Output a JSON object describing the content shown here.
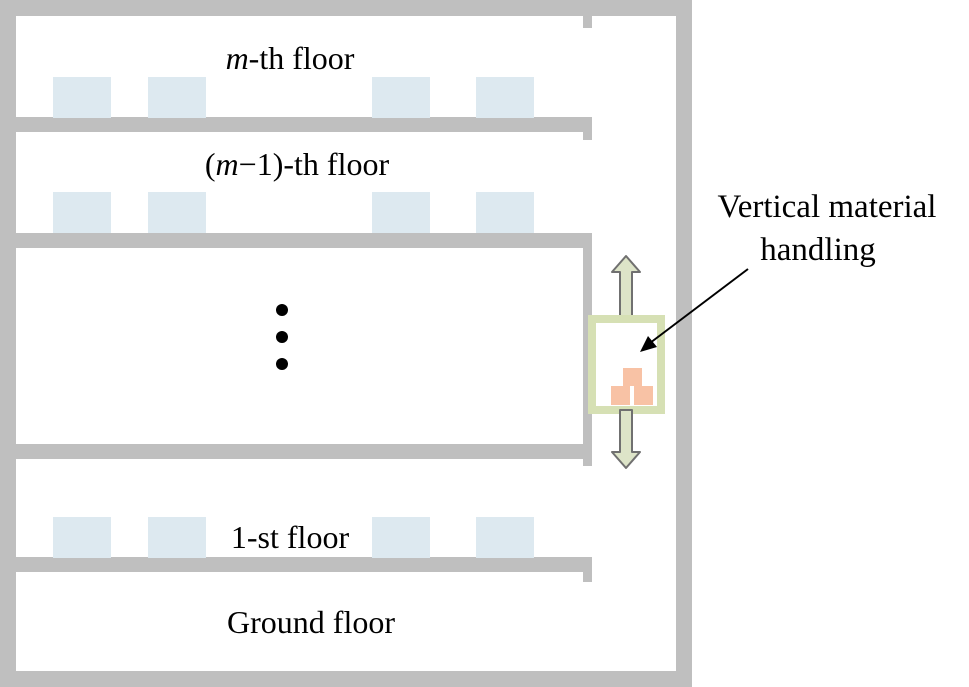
{
  "floors": {
    "m_th": {
      "var": "m",
      "suffix": "-th floor"
    },
    "m_minus_1": {
      "open": "(",
      "var": "m",
      "rest": "−1)-th floor"
    },
    "first": {
      "label": "1-st floor"
    },
    "ground": {
      "label": "Ground floor"
    }
  },
  "ellipsis_dots": 3,
  "callout": {
    "line1": "Vertical material",
    "line2": "handling"
  },
  "colors": {
    "wall": "#bfbfbf",
    "storage_box": "#dde9f0",
    "lift_frame": "#d6e0b4",
    "lift_arrow_fill": "#dde4c8",
    "lift_arrow_stroke": "#707070",
    "cargo": "#f8c2a5",
    "text": "#000000"
  }
}
